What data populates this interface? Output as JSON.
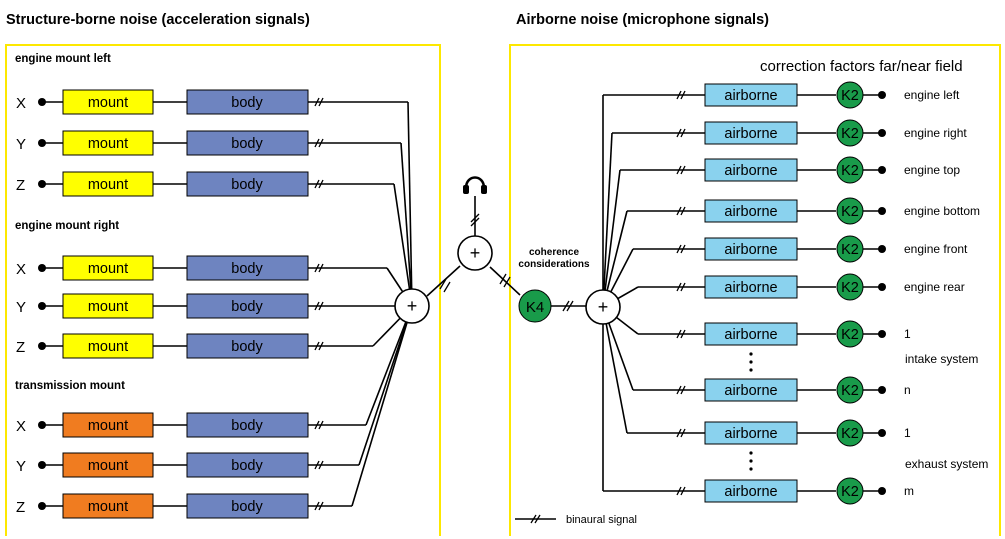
{
  "left_panel": {
    "title": "Structure-borne noise (acceleration signals)",
    "groups": [
      {
        "label": "engine mount left",
        "channels": [
          {
            "axis": "X",
            "mount_label": "mount",
            "body_label": "body"
          },
          {
            "axis": "Y",
            "mount_label": "mount",
            "body_label": "body"
          },
          {
            "axis": "Z",
            "mount_label": "mount",
            "body_label": "body"
          }
        ]
      },
      {
        "label": "engine mount right",
        "channels": [
          {
            "axis": "X",
            "mount_label": "mount",
            "body_label": "body"
          },
          {
            "axis": "Y",
            "mount_label": "mount",
            "body_label": "body"
          },
          {
            "axis": "Z",
            "mount_label": "mount",
            "body_label": "body"
          }
        ]
      },
      {
        "label": "transmission mount",
        "channels": [
          {
            "axis": "X",
            "mount_label": "mount",
            "body_label": "body"
          },
          {
            "axis": "Y",
            "mount_label": "mount",
            "body_label": "body"
          },
          {
            "axis": "Z",
            "mount_label": "mount",
            "body_label": "body"
          }
        ]
      }
    ]
  },
  "right_panel": {
    "title": "Airborne noise (microphone signals)",
    "correction_title": "correction factors far/near field",
    "rows": [
      {
        "box_label": "airborne",
        "k_label": "K2",
        "output_label": "engine left"
      },
      {
        "box_label": "airborne",
        "k_label": "K2",
        "output_label": "engine right"
      },
      {
        "box_label": "airborne",
        "k_label": "K2",
        "output_label": "engine top"
      },
      {
        "box_label": "airborne",
        "k_label": "K2",
        "output_label": "engine bottom"
      },
      {
        "box_label": "airborne",
        "k_label": "K2",
        "output_label": "engine front"
      },
      {
        "box_label": "airborne",
        "k_label": "K2",
        "output_label": "engine rear"
      },
      {
        "box_label": "airborne",
        "k_label": "K2",
        "output_label": "1"
      },
      {
        "box_label": "airborne",
        "k_label": "K2",
        "output_label": "n"
      },
      {
        "box_label": "airborne",
        "k_label": "K2",
        "output_label": "1"
      },
      {
        "box_label": "airborne",
        "k_label": "K2",
        "output_label": "m"
      }
    ],
    "group_labels": {
      "intake": "intake system",
      "exhaust": "exhaust system"
    },
    "legend": "binaural signal"
  },
  "center": {
    "sum_symbol": "+",
    "coherence_line1": "coherence",
    "coherence_line2": "considerations",
    "k4_label": "K4",
    "icon": "headphones-icon"
  },
  "colors": {
    "frame": "#fde800",
    "mount_yellow": "#ffff00",
    "mount_orange": "#f07c20",
    "body_blue": "#6e84c0",
    "airborne_blue": "#8ad2ee",
    "k_green": "#199b4a"
  }
}
